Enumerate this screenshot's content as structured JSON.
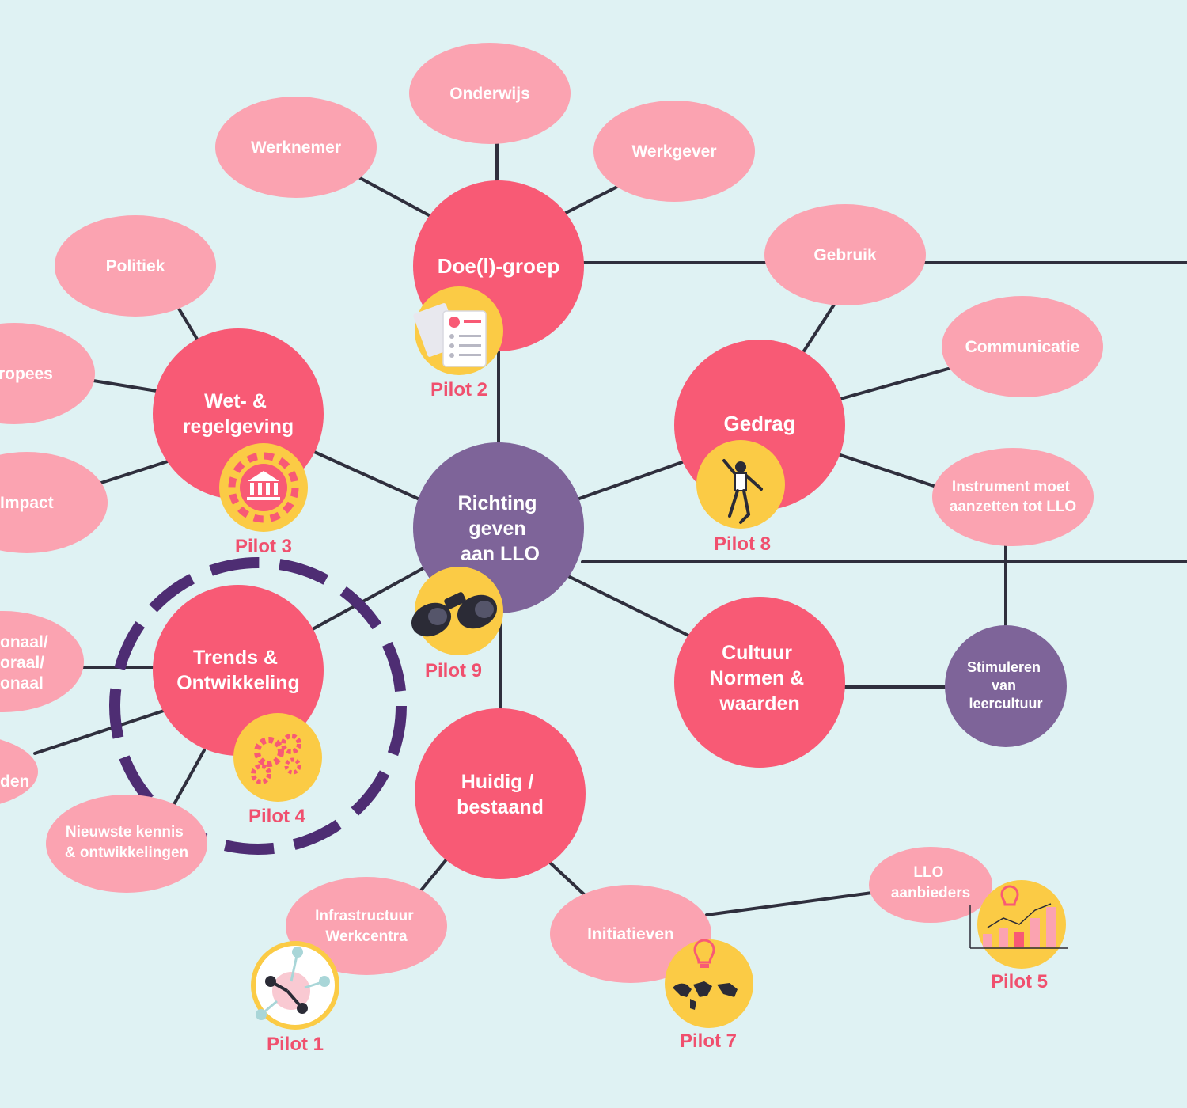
{
  "colors": {
    "background": "#dff2f3",
    "ellipse_pink": "#fba3b1",
    "circle_red": "#f85a75",
    "circle_purple": "#7e6499",
    "badge_yellow": "#fbcb45",
    "pilot_text": "#f0506e",
    "connector": "#2f2f3d",
    "dashed_ring": "#4e2d73"
  },
  "center": {
    "label": "Richting geven aan LLO"
  },
  "hubs": {
    "doel_groep": "Doe(l)-groep",
    "wet_regelgeving": "Wet- & regelgeving",
    "gedrag": "Gedrag",
    "trends": "Trends & Ontwikkeling",
    "cultuur": "Cultuur Normen & waarden",
    "huidig": "Huidig / bestaand",
    "stimuleren": "Stimuleren van leercultuur"
  },
  "leaves": {
    "onderwijs": "Onderwijs",
    "werknemer": "Werknemer",
    "werkgever": "Werkgever",
    "politiek": "Politiek",
    "europees": "ropees",
    "impact": "Impact",
    "gebruik": "Gebruik",
    "communicatie": "Communicatie",
    "instrument": "Instrument moet aanzetten tot LLO",
    "regionaal": "onaal/ oraal/ onaal",
    "leden": "den",
    "nieuwste": "Nieuwste kennis & ontwikkelingen",
    "infrastructuur": "Infrastructuur Werkcentra",
    "initiatieven": "Initiatieven",
    "llo_aanbieders": "LLO aanbieders"
  },
  "pilots": {
    "p1": {
      "label": "Pilot 1",
      "icon": "network-icon"
    },
    "p2": {
      "label": "Pilot 2",
      "icon": "checklist-icon"
    },
    "p3": {
      "label": "Pilot 3",
      "icon": "government-gear-icon"
    },
    "p4": {
      "label": "Pilot 4",
      "icon": "gears-icon"
    },
    "p5": {
      "label": "Pilot 5",
      "icon": "growth-chart-icon"
    },
    "p7": {
      "label": "Pilot 7",
      "icon": "world-idea-icon"
    },
    "p8": {
      "label": "Pilot 8",
      "icon": "jumping-person-icon"
    },
    "p9": {
      "label": "Pilot 9",
      "icon": "binoculars-icon"
    }
  }
}
